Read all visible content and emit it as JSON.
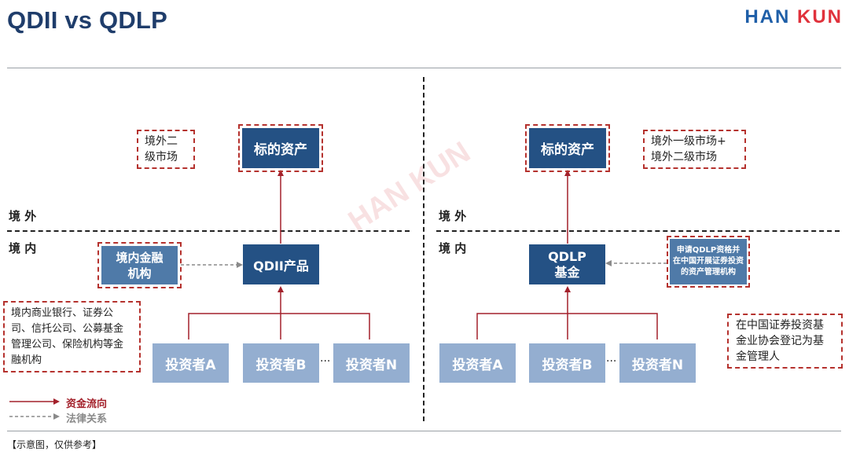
{
  "header": {
    "title": "QDII vs QDLP",
    "logo_han": "HAN",
    "logo_kun": "KUN"
  },
  "zones": {
    "overseas": "境 外",
    "domestic": "境 内"
  },
  "left": {
    "target_asset": "标的资产",
    "market_note": "境外二\n级市场",
    "domestic_institution": "境内金融\n机构",
    "product": "QDII产品",
    "institution_note": "境内商业银行、证券公司、信托公司、公募基金管理公司、保险机构等金融机构",
    "investors": [
      "投资者A",
      "投资者B",
      "投资者N"
    ]
  },
  "right": {
    "target_asset": "标的资产",
    "market_note": "境外一级市场+\n境外二级市场",
    "fund": "QDLP\n基金",
    "manager_box": "申请QDLP资格并在中国开展证券投资的资产管理机构",
    "association_note": "在中国证券投资基金业协会登记为基金管理人",
    "investors": [
      "投资者A",
      "投资者B",
      "投资者N"
    ]
  },
  "legend": {
    "fund_flow": "资金流向",
    "legal_relation": "法律关系"
  },
  "footer": "【示意图，仅供参考】",
  "colors": {
    "title": "#1f3d6b",
    "dark_box": "#245184",
    "mid_box": "#4f7aa8",
    "investor_box": "#94aed0",
    "accent_red": "#b5322e",
    "legal_gray": "#8a8a8a"
  }
}
